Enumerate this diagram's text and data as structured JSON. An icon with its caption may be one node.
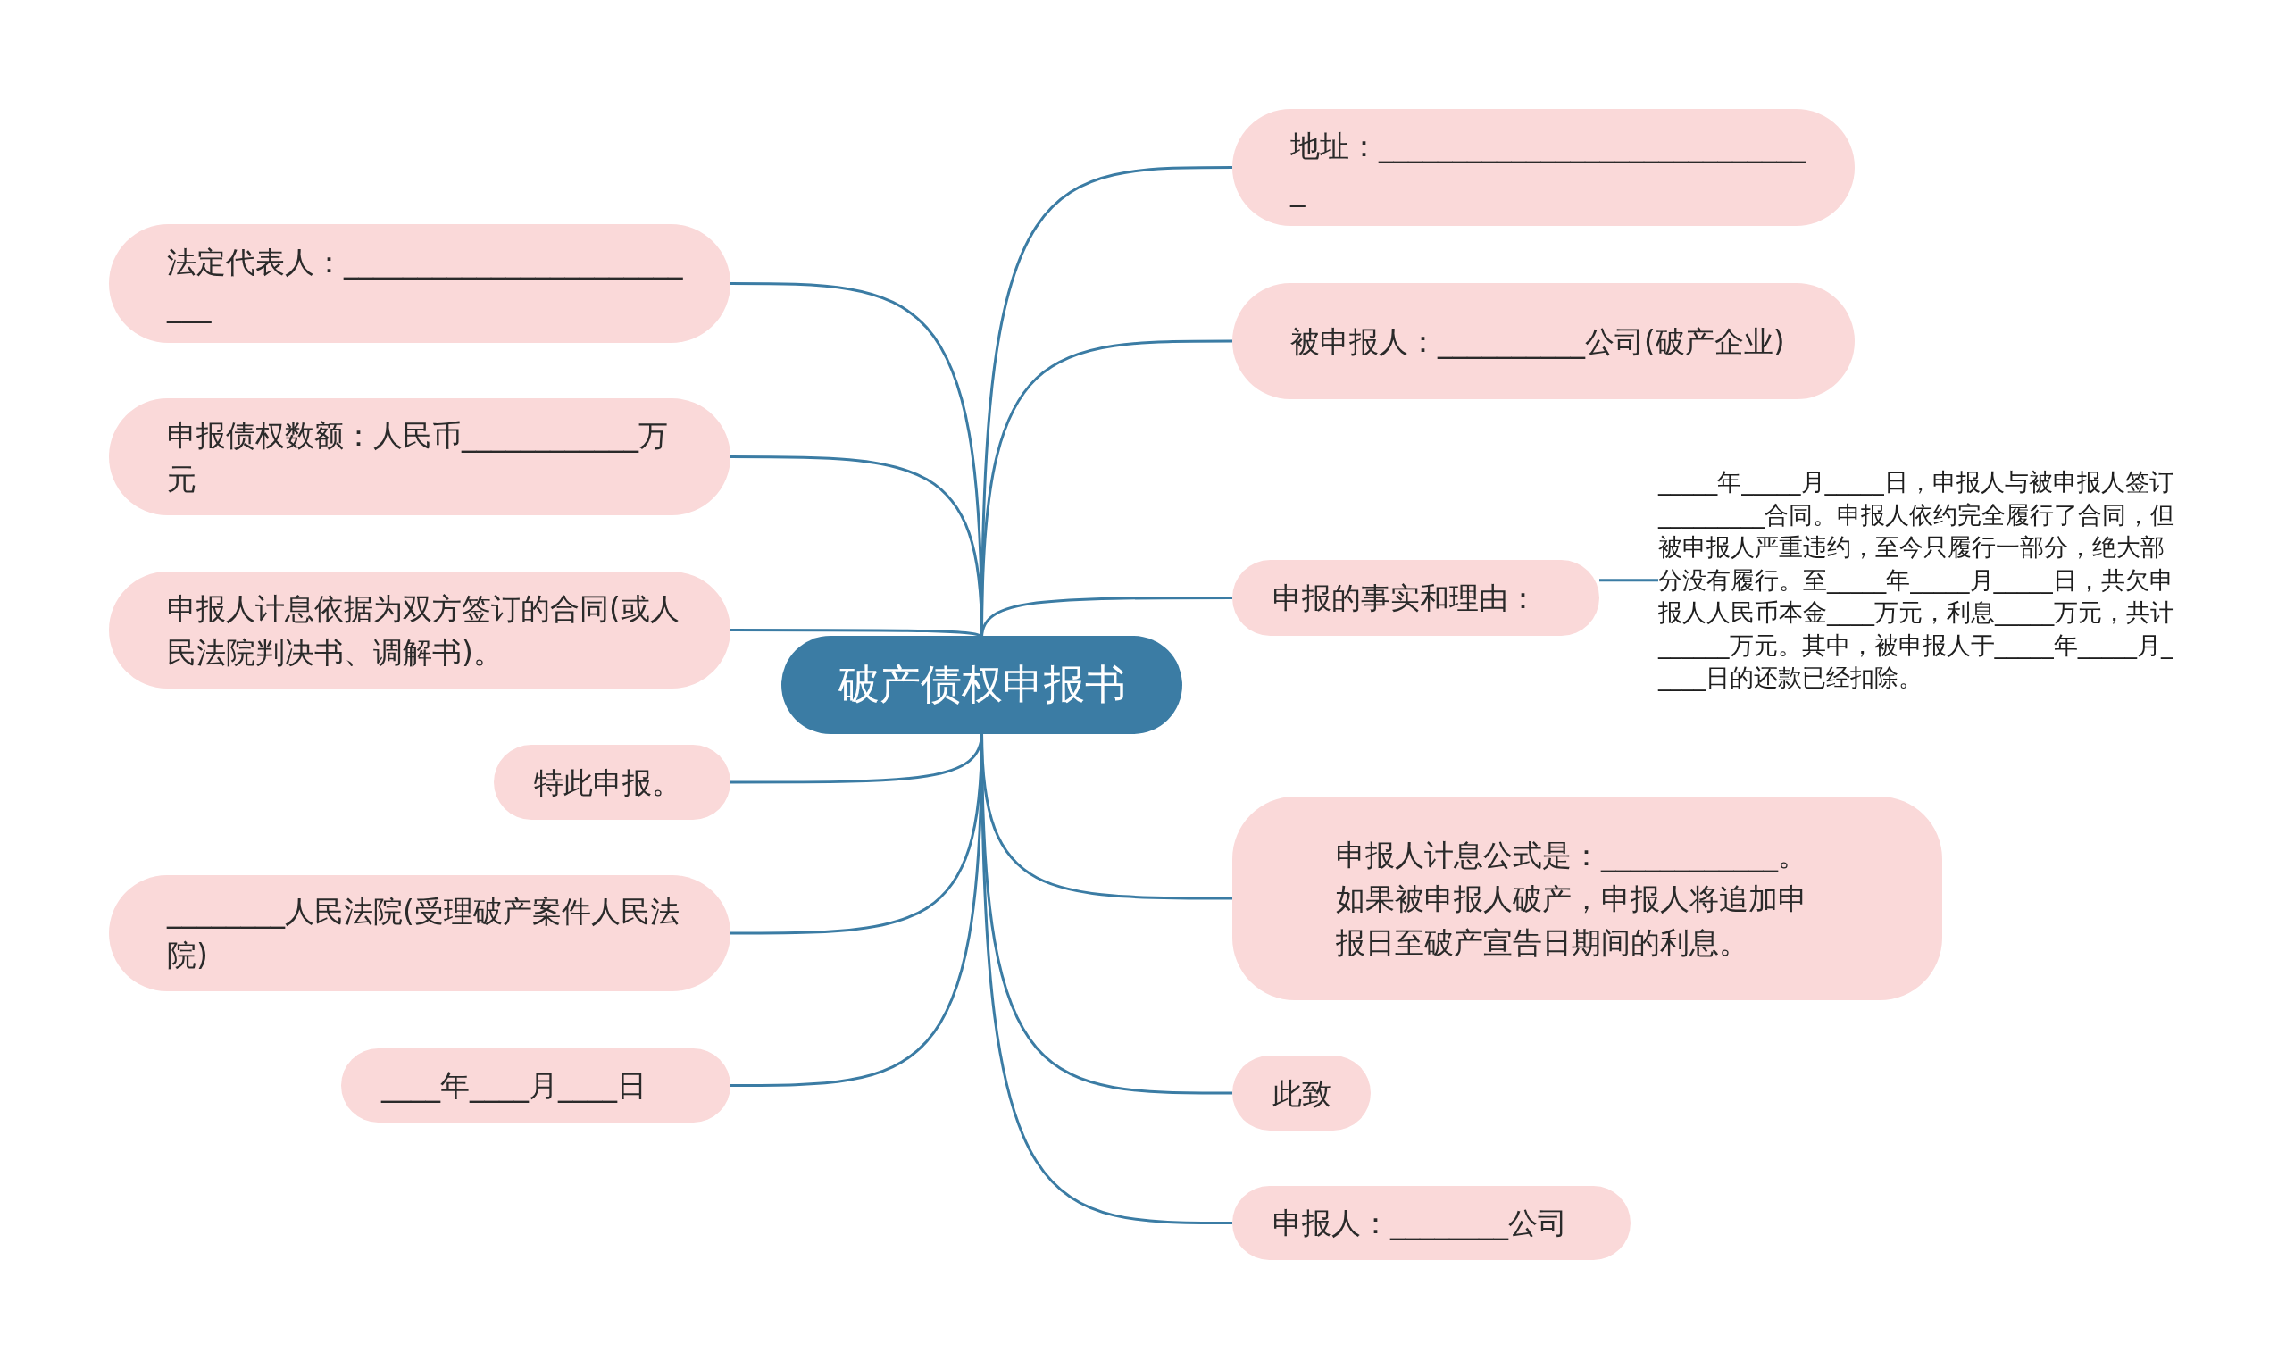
{
  "diagram": {
    "nodes": [
      {
        "text": [
          "破产债权申报书"
        ]
      },
      {
        "text": [
          "地址：______________________________"
        ]
      },
      {
        "text": [
          "被申报人：__________公司(破产企业)"
        ]
      },
      {
        "text": [
          "申报的事实和理由："
        ]
      },
      {
        "text": [
          "_____年_____月_____日，申报人与被申报人签订_________合同。申报人依约完全履行了合同，但被申报人严重违约，至今只履行一部分，绝大部分没有履行。至_____年_____月_____日，共欠申报人人民币本金____万元，利息_____万元，共计______万元。其中，被申报人于_____年_____月_____日的还款已经扣除。"
        ]
      },
      {
        "text": [
          "申报人计息公式是：____________。如果被申报人破产，申报人将追加申报日至破产宣告日期间的利息。"
        ]
      },
      {
        "text": [
          "此致"
        ]
      },
      {
        "text": [
          "申报人：________公司"
        ]
      },
      {
        "text": [
          "法定代表人：__________________________"
        ]
      },
      {
        "text": [
          "申报债权数额：人民币____________万元"
        ]
      },
      {
        "text": [
          "申报人计息依据为双方签订的合同(或人民法院判决书、调解书)。"
        ]
      },
      {
        "text": [
          "特此申报。"
        ]
      },
      {
        "text": [
          "________人民法院(受理破产案件人民法院)"
        ]
      },
      {
        "text": [
          "____年____月____日"
        ]
      }
    ],
    "edges": [
      {
        "from": 0,
        "to": 1,
        "arrow": "none"
      },
      {
        "from": 0,
        "to": 2,
        "arrow": "none"
      },
      {
        "from": 0,
        "to": 3,
        "arrow": "none"
      },
      {
        "from": 3,
        "to": 4,
        "arrow": "none"
      },
      {
        "from": 0,
        "to": 5,
        "arrow": "none"
      },
      {
        "from": 0,
        "to": 6,
        "arrow": "none"
      },
      {
        "from": 0,
        "to": 7,
        "arrow": "none"
      },
      {
        "from": 0,
        "to": 8,
        "arrow": "none"
      },
      {
        "from": 0,
        "to": 9,
        "arrow": "none"
      },
      {
        "from": 0,
        "to": 10,
        "arrow": "none"
      },
      {
        "from": 0,
        "to": 11,
        "arrow": "none"
      },
      {
        "from": 0,
        "to": 12,
        "arrow": "none"
      },
      {
        "from": 0,
        "to": 13,
        "arrow": "none"
      }
    ]
  }
}
